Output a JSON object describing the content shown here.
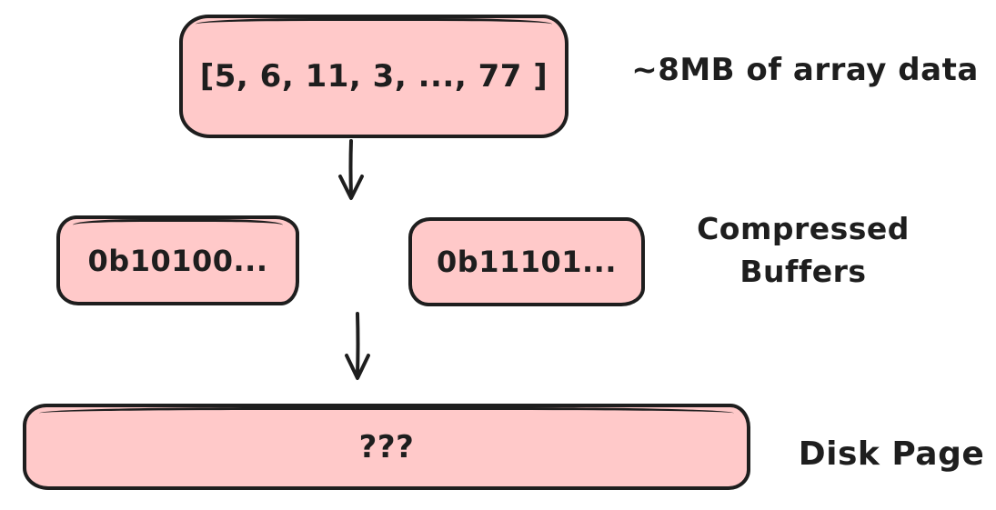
{
  "colors": {
    "background": "#ffffff",
    "box_fill": "#ffc9c9",
    "stroke": "#1e1e1e",
    "text": "#1e1e1e"
  },
  "boxes": {
    "array": {
      "label": "[5, 6, 11, 3, ..., 77 ]"
    },
    "buffer_left": {
      "label": "0b10100..."
    },
    "buffer_right": {
      "label": "0b11101..."
    },
    "disk": {
      "label": "???"
    }
  },
  "annotations": {
    "array": "~8MB of array data",
    "buffers_line1": "Compressed",
    "buffers_line2": "Buffers",
    "disk": "Disk Page"
  },
  "icons": {
    "arrow_top": "down-arrow-icon",
    "arrow_bottom": "down-arrow-icon"
  }
}
